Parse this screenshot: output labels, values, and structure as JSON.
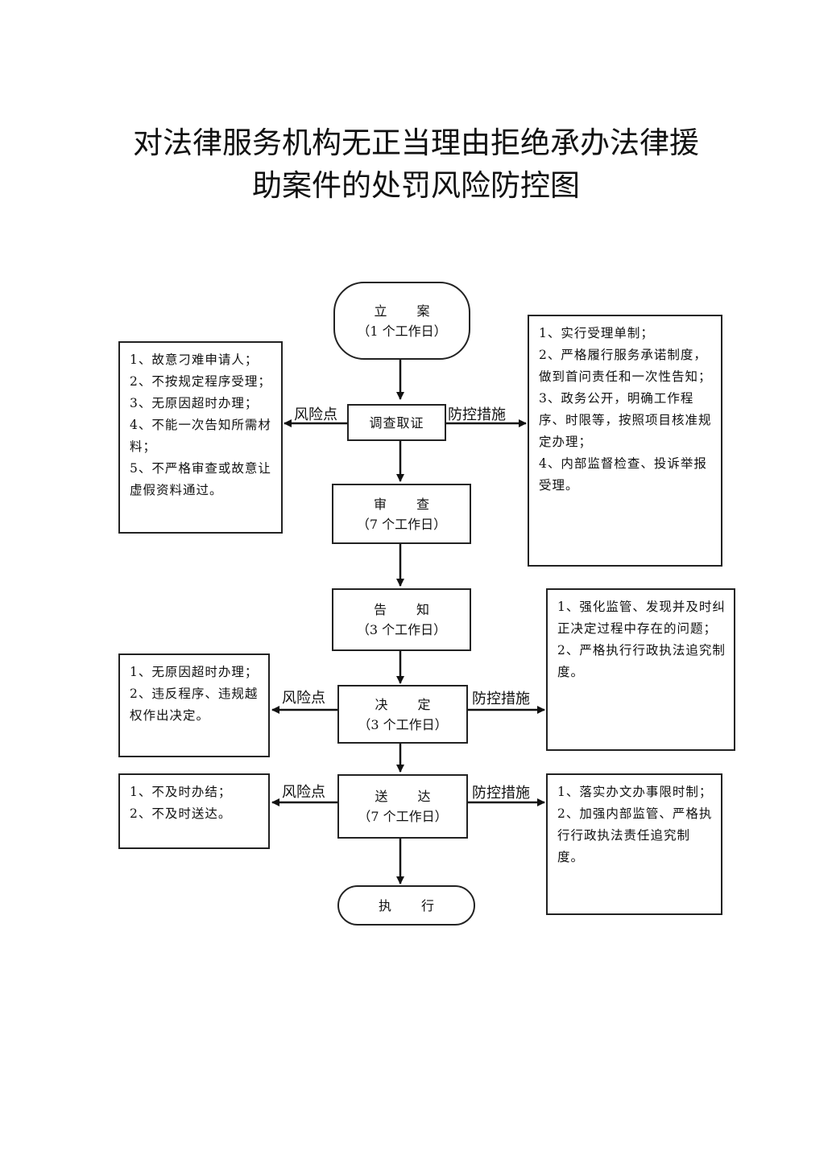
{
  "title": {
    "line1": "对法律服务机构无正当理由拒绝承办法律援",
    "line2": "助案件的处罚风险防控图"
  },
  "flow": [
    {
      "id": "lian",
      "name": "立 案",
      "days": "（1 个工作日）"
    },
    {
      "id": "diaocha",
      "name": "调查取证",
      "days": ""
    },
    {
      "id": "shencha",
      "name": "审 查",
      "days": "（7 个工作日）"
    },
    {
      "id": "gaozhi",
      "name": "告 知",
      "days": "（3 个工作日）"
    },
    {
      "id": "jueding",
      "name": "决 定",
      "days": "（3 个工作日）"
    },
    {
      "id": "songda",
      "name": "送 达",
      "days": "（7 个工作日）"
    },
    {
      "id": "zhixing",
      "name": "执 行",
      "days": ""
    }
  ],
  "labels": {
    "risk": "风险点",
    "control": "防控措施"
  },
  "risk_boxes": [
    {
      "id": "risk1",
      "items": [
        "1、故意刁难申请人；",
        "2、不按规定程序受理；",
        "3、无原因超时办理；",
        "4、不能一次告知所需材料；",
        "5、不严格审查或故意让虚假资料通过。"
      ]
    },
    {
      "id": "risk2",
      "items": [
        "1、无原因超时办理；",
        "2、违反程序、违规越权作出决定。"
      ]
    },
    {
      "id": "risk3",
      "items": [
        "1、不及时办结；",
        "2、不及时送达。"
      ]
    }
  ],
  "control_boxes": [
    {
      "id": "ctrl1",
      "items": [
        "1、实行受理单制；",
        "2、严格履行服务承诺制度，做到首问责任和一次性告知；",
        "3、政务公开，明确工作程序、时限等，按照项目核准规定办理；",
        "4、内部监督检查、投诉举报受理。"
      ]
    },
    {
      "id": "ctrl2",
      "items": [
        "1、强化监管、发现并及时纠正决定过程中存在的问题；",
        "2、严格执行行政执法追究制度。"
      ]
    },
    {
      "id": "ctrl3",
      "items": [
        "1、落实办文办事限时制；",
        "2、加强内部监管、严格执行行政执法责任追究制度。"
      ]
    }
  ]
}
